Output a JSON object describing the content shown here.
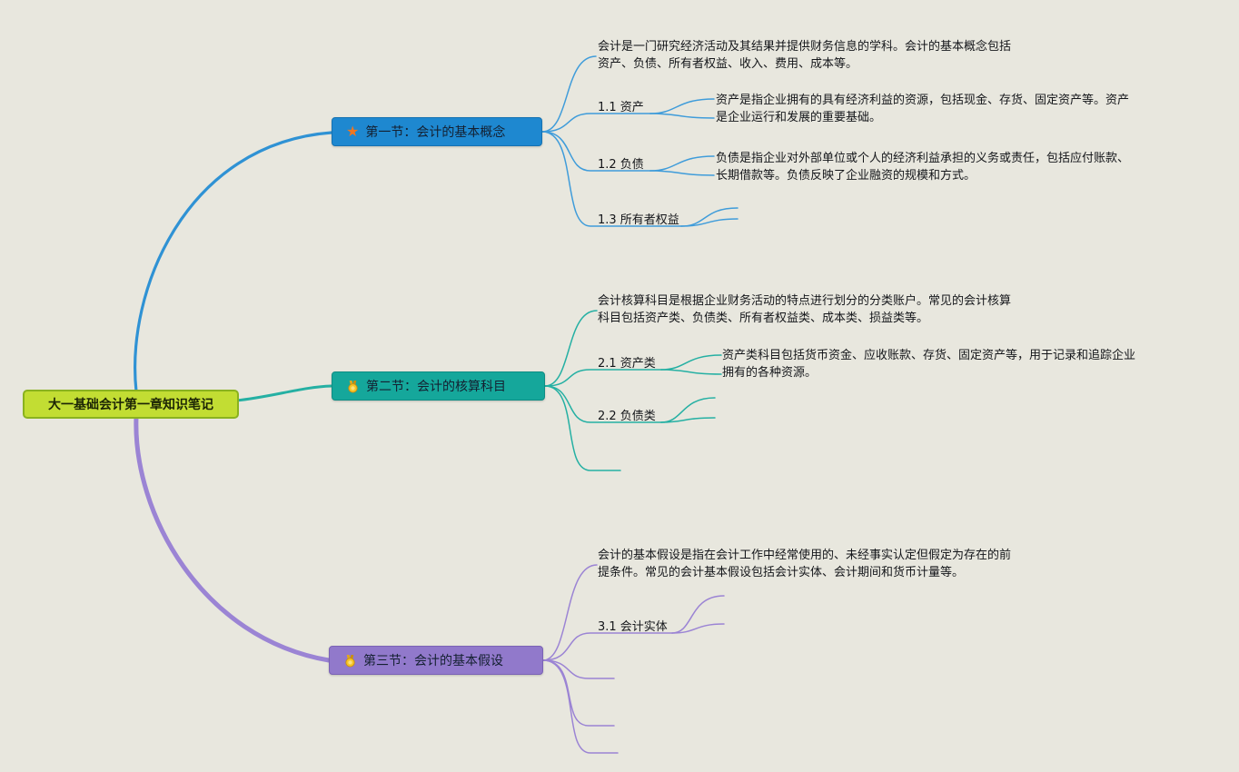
{
  "canvas": {
    "background": "#e8e7de"
  },
  "root": {
    "label": "大一基础会计第一章知识笔记"
  },
  "colors": {
    "root_bg": "#c2dd33",
    "root_border": "#8ab21f",
    "branch1_box": "#1e88d0",
    "branch2_box": "#15a79b",
    "branch3_box": "#9179cb",
    "branch1_line": "#3f9cda",
    "branch2_line": "#25b0a3",
    "branch3_line": "#9b84d4",
    "star": "#f0761f",
    "medal": "#f6c427"
  },
  "branches": [
    {
      "label": "第一节：会计的基本概念",
      "icon": "star-icon",
      "description": "会计是一门研究经济活动及其结果并提供财务信息的学科。会计的基本概念包括\n资产、负债、所有者权益、收入、费用、成本等。",
      "children": [
        {
          "label": "1.1 资产",
          "detail": "资产是指企业拥有的具有经济利益的资源，包括现金、存货、固定资产等。资产\n是企业运行和发展的重要基础。"
        },
        {
          "label": "1.2 负债",
          "detail": "负债是指企业对外部单位或个人的经济利益承担的义务或责任，包括应付账款、\n长期借款等。负债反映了企业融资的规模和方式。"
        },
        {
          "label": "1.3 所有者权益",
          "detail": ""
        }
      ]
    },
    {
      "label": "第二节：会计的核算科目",
      "icon": "medal-icon",
      "description": "会计核算科目是根据企业财务活动的特点进行划分的分类账户。常见的会计核算\n科目包括资产类、负债类、所有者权益类、成本类、损益类等。",
      "children": [
        {
          "label": "2.1 资产类",
          "detail": "资产类科目包括货币资金、应收账款、存货、固定资产等，用于记录和追踪企业\n拥有的各种资源。"
        },
        {
          "label": "2.2 负债类",
          "detail": ""
        }
      ]
    },
    {
      "label": "第三节：会计的基本假设",
      "icon": "medal-icon",
      "description": "会计的基本假设是指在会计工作中经常使用的、未经事实认定但假定为存在的前\n提条件。常见的会计基本假设包括会计实体、会计期间和货币计量等。",
      "children": [
        {
          "label": "3.1 会计实体",
          "detail": ""
        }
      ]
    }
  ]
}
